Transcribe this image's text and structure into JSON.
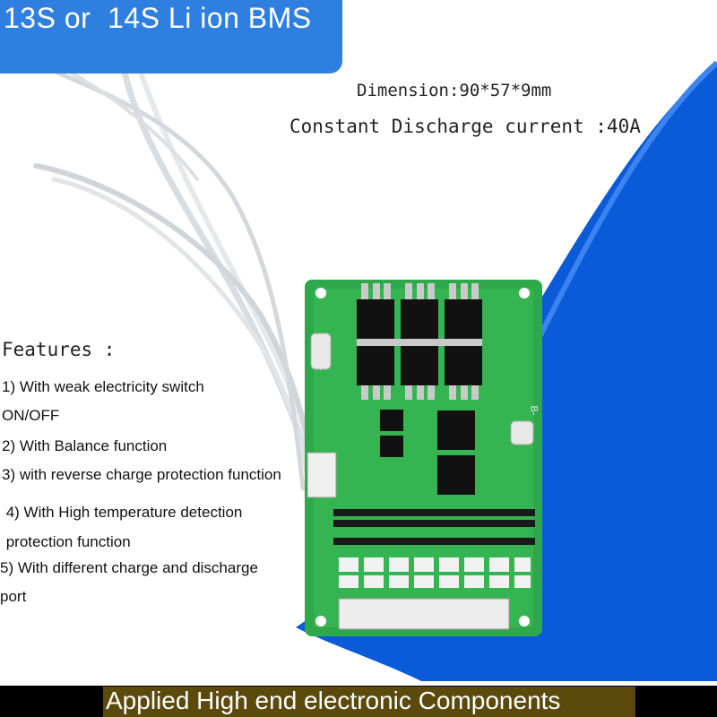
{
  "title": "13S or  14S Li ion BMS",
  "specs": {
    "dimension": "Dimension:90*57*9mm",
    "discharge": "Constant Discharge current :40A"
  },
  "features": {
    "heading": "Features :",
    "lines": [
      "1) With weak electricity switch",
      "ON/OFF",
      "2) With Balance function",
      "3) with reverse charge protection function",
      " 4) With High temperature detection",
      " protection function",
      "5) With different charge and discharge",
      "port"
    ]
  },
  "board": {
    "label_p_minus": "P-",
    "label_b_minus": "B-"
  },
  "footer": "Applied High end electronic Components",
  "colors": {
    "brand_blue": "#2f7fe0",
    "pcb_green": "#2ea84a",
    "footer_bg": "#000000",
    "footer_band": "#5b4a0c"
  }
}
